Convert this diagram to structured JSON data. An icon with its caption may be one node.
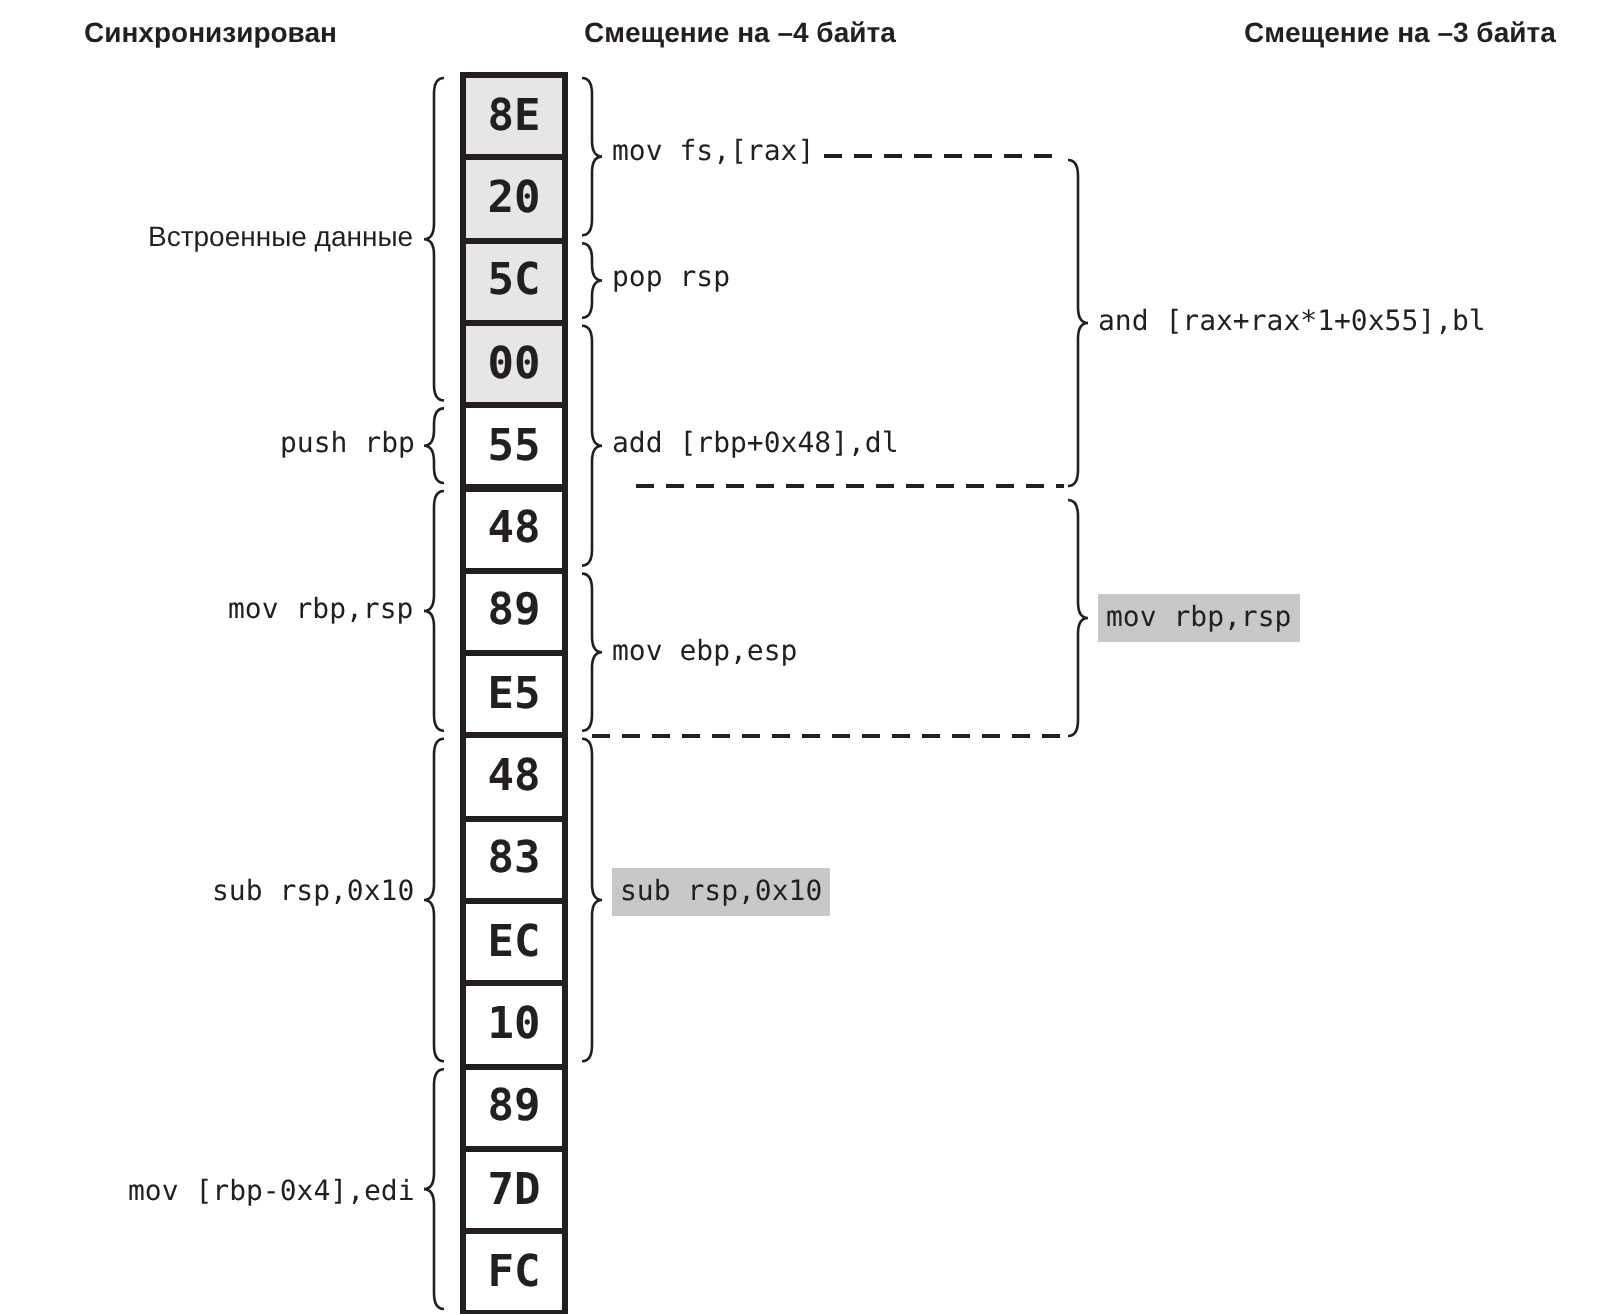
{
  "diagram": {
    "nodes": [
      {
        "text": [
          "8E"
        ]
      },
      {
        "text": [
          "20"
        ]
      },
      {
        "text": [
          "5C"
        ]
      },
      {
        "text": [
          "00"
        ]
      },
      {
        "text": [
          "55"
        ]
      },
      {
        "text": [
          "48"
        ]
      },
      {
        "text": [
          "89"
        ]
      },
      {
        "text": [
          "E5"
        ]
      },
      {
        "text": [
          "48"
        ]
      },
      {
        "text": [
          "83"
        ]
      },
      {
        "text": [
          "EC"
        ]
      },
      {
        "text": [
          "10"
        ]
      },
      {
        "text": [
          "89"
        ]
      },
      {
        "text": [
          "7D"
        ]
      },
      {
        "text": [
          "FC"
        ]
      }
    ],
    "labels": [
      "Синхронизирован",
      "Смещение на –4 байта",
      "Смещение на –3 байта",
      "Встроенные данные",
      "mov fs,[rax]",
      "pop rsp",
      "and [rax+rax*1+0x55],bl",
      "push rbp",
      "add [rbp+0x48],dl",
      "mov rbp,rsp",
      "mov rbp,rsp",
      "mov ebp,esp",
      "sub rsp,0x10",
      "sub rsp,0x10",
      "mov [rbp-0x4],edi"
    ]
  }
}
